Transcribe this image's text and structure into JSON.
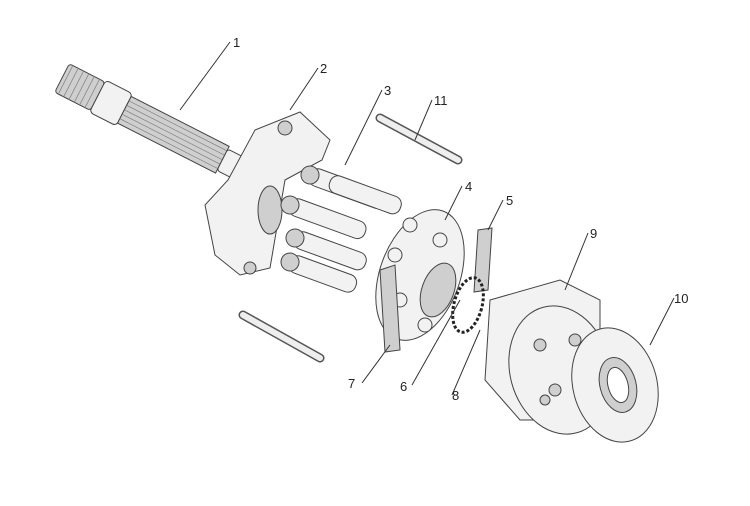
{
  "title": "Hydraulic pump rotating group exploded view",
  "callouts": [
    {
      "id": "1",
      "part": "drive-shaft"
    },
    {
      "id": "2",
      "part": "swashplate"
    },
    {
      "id": "3",
      "part": "piston"
    },
    {
      "id": "4",
      "part": "retainer-plate"
    },
    {
      "id": "5",
      "part": "slipper-guide"
    },
    {
      "id": "6",
      "part": "spherical-bushing"
    },
    {
      "id": "7",
      "part": "guide-bracket"
    },
    {
      "id": "8",
      "part": "spring-ring"
    },
    {
      "id": "9",
      "part": "cylinder-block"
    },
    {
      "id": "10",
      "part": "valve-plate"
    },
    {
      "id": "11",
      "part": "pin"
    }
  ]
}
